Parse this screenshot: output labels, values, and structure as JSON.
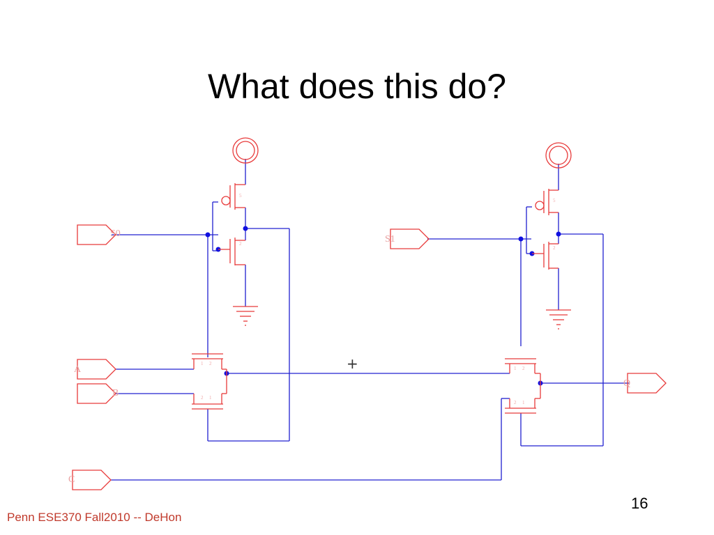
{
  "slide": {
    "title": "What does this do?",
    "footer": "Penn ESE370 Fall2010 -- DeHon",
    "page_number": "16"
  },
  "schematic": {
    "ports": {
      "s0": "S0",
      "s1": "S1",
      "a": "A",
      "b": "B",
      "c": "C",
      "out": "Q"
    },
    "pin_labels": {
      "width_p": "5",
      "width_n": "2",
      "tg_w": "2",
      "tg_one": "1"
    },
    "cursor": "+"
  },
  "colors": {
    "wire": "#2020d0",
    "component": "#e83a3a",
    "footer": "#c0392b"
  }
}
